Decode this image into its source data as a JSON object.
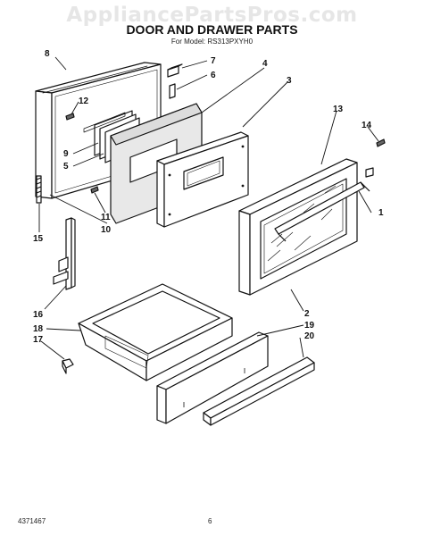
{
  "watermark": "AppliancePartsPros.com",
  "title": "DOOR AND DRAWER PARTS",
  "subtitle": "For Model: RS313PXYH0",
  "callouts": [
    "8",
    "7",
    "6",
    "4",
    "3",
    "12",
    "9",
    "5",
    "13",
    "14",
    "11",
    "10",
    "15",
    "1",
    "16",
    "18",
    "17",
    "2",
    "19",
    "20"
  ],
  "footer": {
    "doc_number": "4371467",
    "page_number": "6"
  }
}
